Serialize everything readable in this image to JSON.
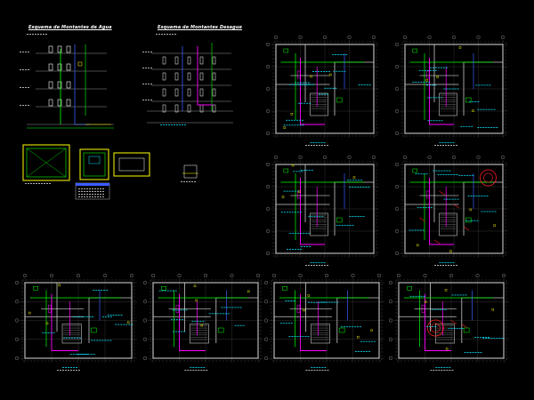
{
  "drawing": {
    "background": "#000000",
    "colors": {
      "wall": "#c8c8c8",
      "water": "#ffffff",
      "sewer": "#ff00ff",
      "pipe_green": "#00ff00",
      "pipe_blue": "#3a5cff",
      "annotation_cyan": "#00e5ff",
      "fixture_red": "#ff2020",
      "yellow": "#ffff00",
      "note_green": "#37ff37"
    },
    "titles": {
      "water_risers": "Esquema de Montantes de Agua",
      "sewer_risers": "Esquema de Montantes Desague"
    },
    "sheets": [
      {
        "id": "riser-water",
        "kind": "riser"
      },
      {
        "id": "riser-sewer",
        "kind": "riser"
      },
      {
        "id": "tank-details",
        "kind": "details"
      },
      {
        "id": "plan-ground-floor-1",
        "kind": "plan"
      },
      {
        "id": "plan-ground-floor-2",
        "kind": "plan"
      },
      {
        "id": "plan-typical-floor-1",
        "kind": "plan"
      },
      {
        "id": "plan-roof",
        "kind": "plan"
      },
      {
        "id": "plan-basement-1",
        "kind": "plan"
      },
      {
        "id": "plan-basement-2",
        "kind": "plan"
      },
      {
        "id": "plan-basement-3",
        "kind": "plan"
      },
      {
        "id": "plan-basement-4",
        "kind": "plan"
      }
    ]
  }
}
